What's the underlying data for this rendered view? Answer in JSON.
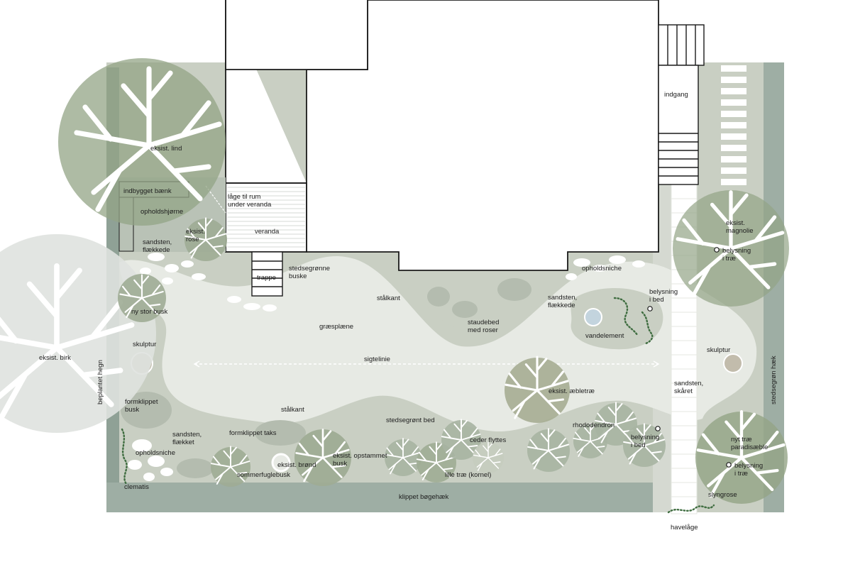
{
  "colors": {
    "lawn": "#e7eae4",
    "bed": "#c9cfc3",
    "bed_dark": "#b4bcaf",
    "hedge": "#9eaea4",
    "hedge_dark": "#8a9c91",
    "tree_canopy": "#93a486",
    "tree_canopy_light": "#dfe2df",
    "stone": "#ffffff",
    "climber": "#3f6d40",
    "sculpture": "#c2bcac",
    "water": "#c3d4de",
    "line": "#1a1a1a"
  },
  "labels": {
    "eksist_lind": "eksist. lind",
    "indbygget_baenk": "indbygget bænk",
    "opholdshjoerne": "opholdshjørne",
    "sandsten_flaekkede_1": "sandsten,\nflækkede",
    "eksist_rose": "eksist.\nrose",
    "laage_til_rum": "låge til rum\nunder veranda",
    "veranda": "veranda",
    "trappe": "trappe",
    "stedsegroenne_buske": "stedsegrønne\nbuske",
    "indgang": "indgang",
    "eksist_magnolie": "eksist.\nmagnolie",
    "belysning_trae_1": "belysning\ni træ",
    "opholdsniche_1": "opholdsniche",
    "sandsten_flaekkede_2": "sandsten,\nflækkede",
    "belysning_i_bed_1": "belysning\ni bed",
    "vandelement": "vandelement",
    "staalkant_1": "stålkant",
    "staudebed": "staudebed\nmed roser",
    "graesplaene": "græsplæne",
    "ny_stor_busk": "ny stor busk",
    "skulptur_1": "skulptur",
    "eksist_birk": "eksist. birk",
    "beplantet_hegn": "beplantet hegn",
    "sigtelinie": "sigtelinie",
    "skulptur_2": "skulptur",
    "sandsten_skaaret": "sandsten,\nskåret",
    "stedsegroen_haek": "stedsegrøn hæk",
    "formklippet_busk": "formklippet\nbusk",
    "staalkant_2": "stålkant",
    "eksist_aebletrae": "eksist. æbletræ",
    "stedsegroent_bed": "stedsegrønt bed",
    "sandsten_flaekket": "sandsten,\nflækket",
    "formklippet_taks": "formklippet taks",
    "opholdsniche_2": "opholdsniche",
    "ceder_flyttes": "ceder flyttes",
    "rhododendron": "rhododendron",
    "belysning_i_bed_2": "belysning\ni bed",
    "nyt_trae": "nyt træ\nparadisæble",
    "belysning_trae_2": "belysning\ni træ",
    "eksist_broend": "eksist. brønd",
    "eksist_opstammet": "eksist. opstammet\nbusk",
    "sommerfuglebusk": "sommerfuglebusk",
    "lille_trae": "lille træ (kornel)",
    "clematis": "clematis",
    "klippet_boegehaek": "klippet bøgehæk",
    "slyngrose": "slyngrose",
    "havelaage": "havelåge"
  }
}
